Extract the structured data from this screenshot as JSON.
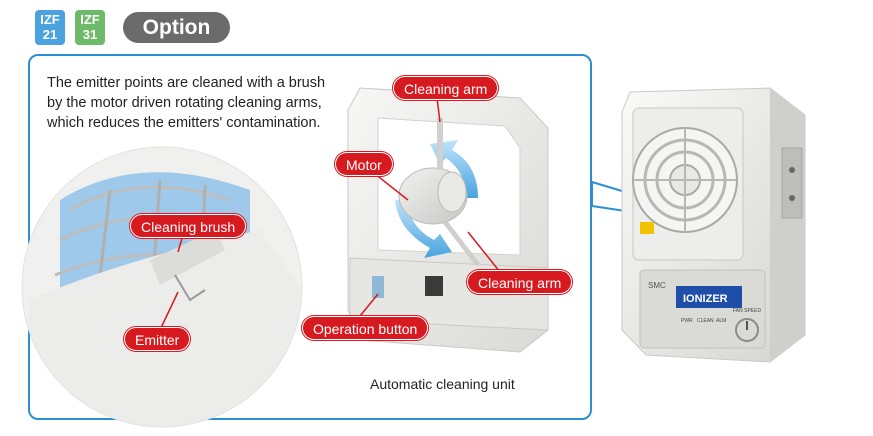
{
  "badges": [
    {
      "top": "IZF",
      "bottom": "21",
      "color": "#4aa3df"
    },
    {
      "top": "IZF",
      "bottom": "31",
      "color": "#6dbb6a"
    }
  ],
  "header": {
    "option_label": "Option"
  },
  "description": {
    "line1": "The emitter points are cleaned with a brush",
    "line2": "by the motor driven rotating cleaning arms,",
    "line3": "which reduces the emitters' contamination."
  },
  "callouts": {
    "cleaning_arm_top": "Cleaning arm",
    "motor": "Motor",
    "cleaning_brush": "Cleaning brush",
    "cleaning_arm_bottom": "Cleaning arm",
    "emitter": "Emitter",
    "operation_button": "Operation button"
  },
  "caption": "Automatic cleaning unit",
  "product": {
    "brand_label": "SMC",
    "name_label": "IONIZER",
    "indicator_labels": [
      "PWR",
      "CLEAN",
      "ALM"
    ],
    "fan_speed_label": "FAN SPEED"
  },
  "colors": {
    "frame_blue": "#2c8fd6",
    "callout_red": "#d71920",
    "option_grey": "#6b6b6b"
  }
}
